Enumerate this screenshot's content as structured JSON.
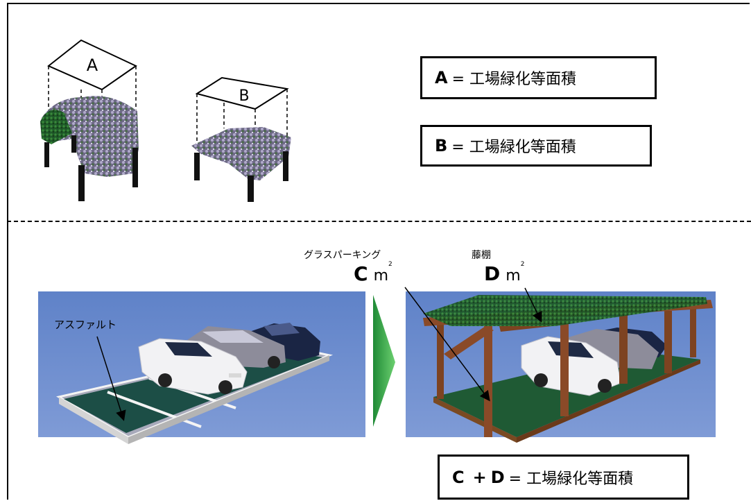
{
  "diagram": {
    "pergola_a_label": "A",
    "pergola_b_label": "B",
    "equation_a": {
      "letter": "A",
      "rest": "= 工場緑化等面積"
    },
    "equation_b": {
      "letter": "B",
      "rest": "= 工場緑化等面積"
    },
    "equation_cd": {
      "c": "C",
      "plus": "+",
      "d": "D",
      "rest": "= 工場緑化等面積"
    },
    "label_grass_parking": "グラスパーキング",
    "label_wisteria_trellis": "藤棚",
    "label_asphalt": "アスファルト",
    "unit_c": {
      "letter": "C",
      "unit": "m",
      "exp": "2"
    },
    "unit_d": {
      "letter": "D",
      "unit": "m",
      "exp": "2"
    }
  },
  "colors": {
    "sky": "#6f8fd0",
    "grass_dark": "#20503a",
    "wisteria": "#8a86a8",
    "wood": "#8a4a28",
    "arrow_green": "#3aa848"
  }
}
